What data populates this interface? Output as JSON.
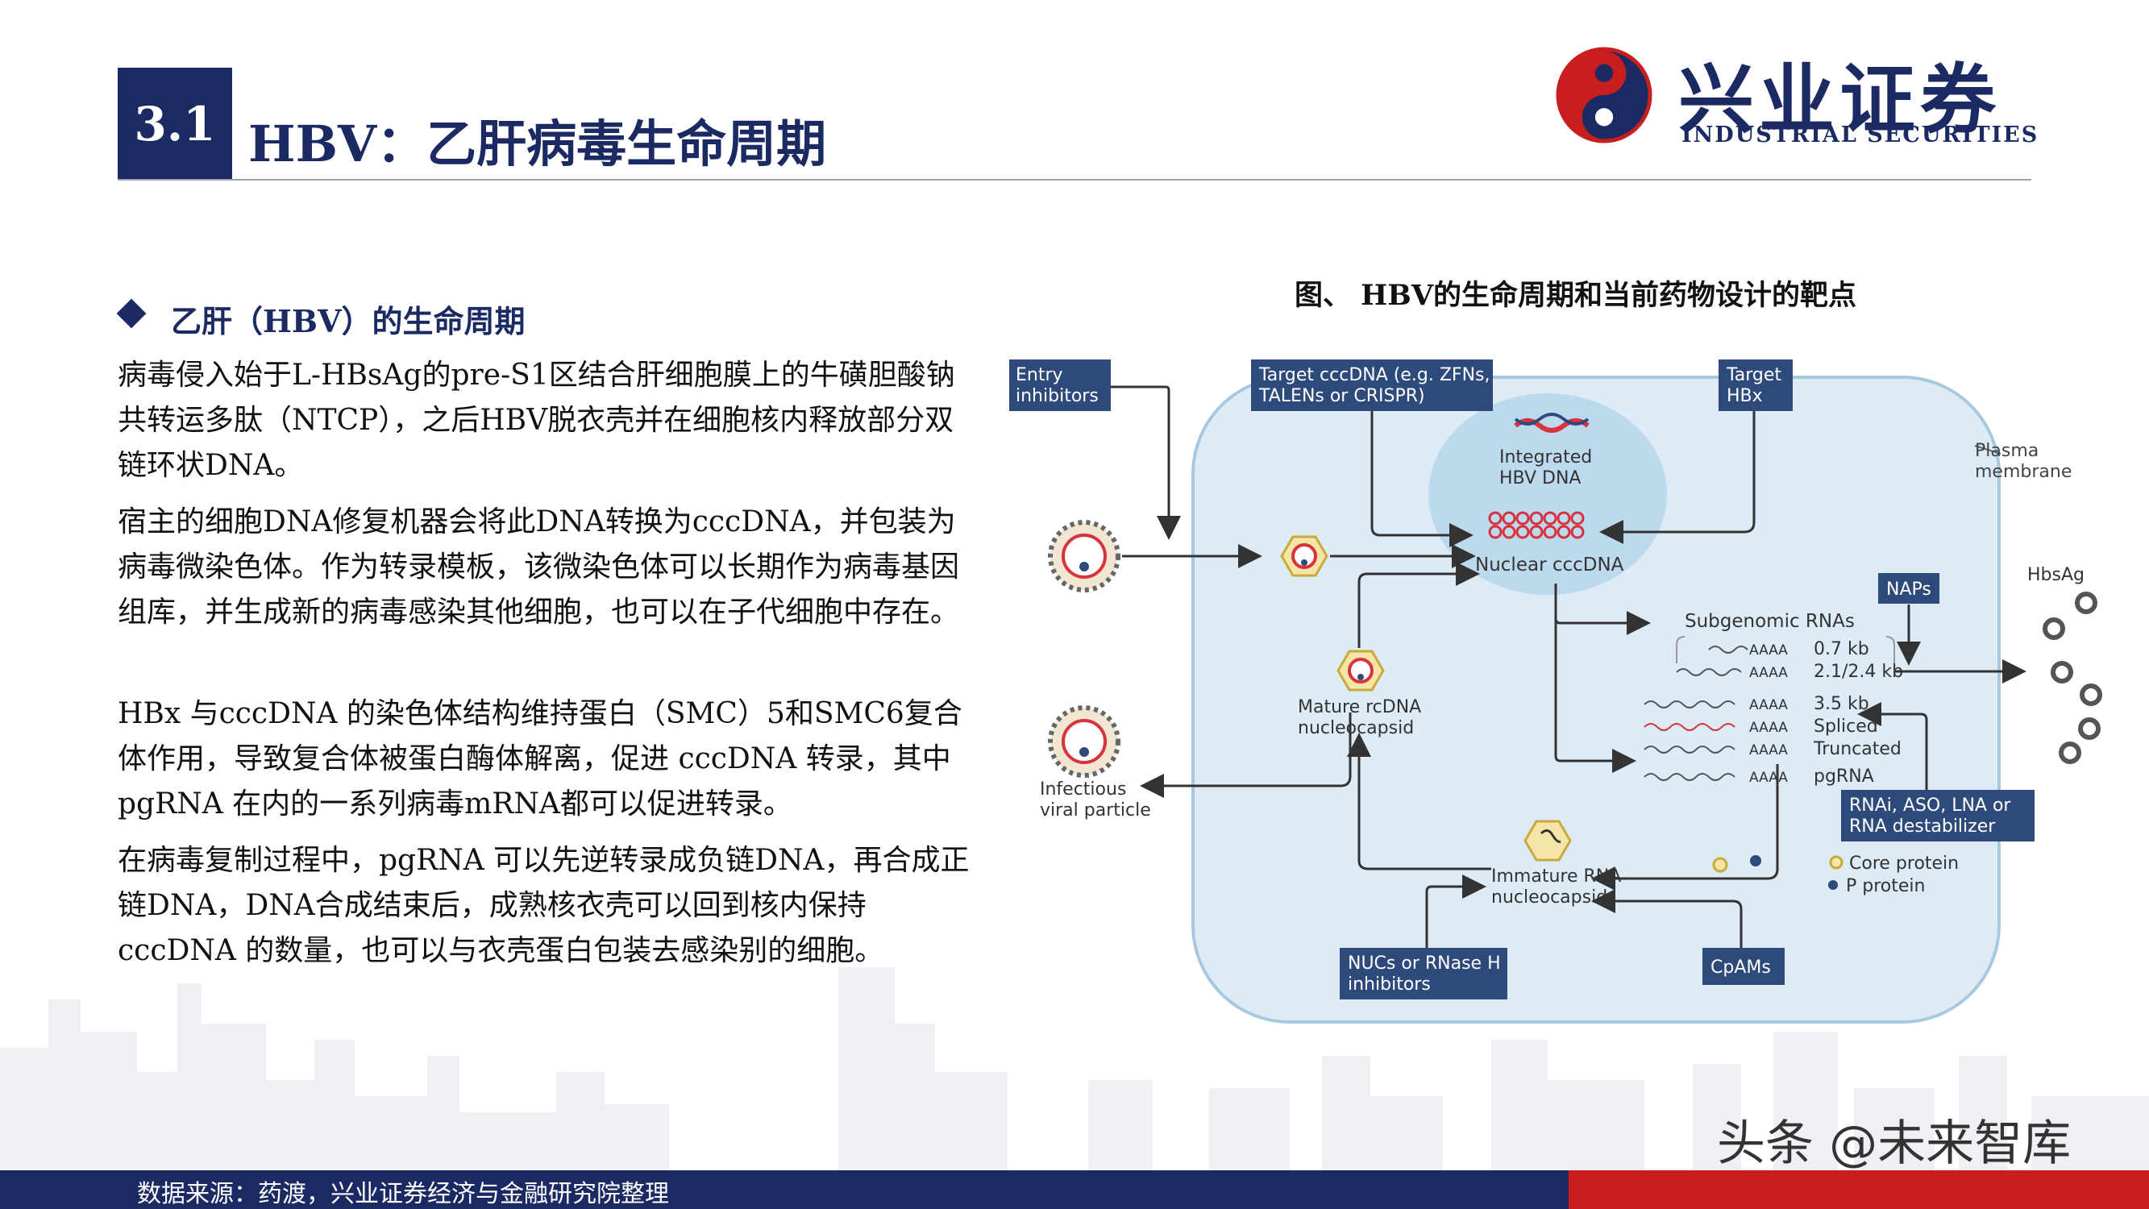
{
  "header": {
    "section_number": "3.1",
    "title": "HBV：乙肝病毒生命周期"
  },
  "logo": {
    "name_cn": "兴业证券",
    "name_en": "INDUSTRIAL SECURITIES"
  },
  "body": {
    "bullet_heading": "乙肝（HBV）的生命周期",
    "paragraphs": [
      "病毒侵入始于L-HBsAg的pre-S1区结合肝细胞膜上的牛磺胆酸钠共转运多肽（NTCP），之后HBV脱衣壳并在细胞核内释放部分双链环状DNA。",
      "宿主的细胞DNA修复机器会将此DNA转换为cccDNA，并包装为病毒微染色体。作为转录模板，该微染色体可以长期作为病毒基因组库，并生成新的病毒感染其他细胞，也可以在子代细胞中存在。",
      "HBx 与cccDNA 的染色体结构维持蛋白（SMC）5和SMC6复合体作用，导致复合体被蛋白酶体解离，促进 cccDNA 转录，其中pgRNA 在内的一系列病毒mRNA都可以促进转录。",
      "在病毒复制过程中，pgRNA 可以先逆转录成负链DNA，再合成正链DNA，DNA合成结束后，成熟核衣壳可以回到核内保持 cccDNA 的数量，也可以与衣壳蛋白包装去感染别的细胞。"
    ]
  },
  "figure": {
    "title": "图、 HBV的生命周期和当前药物设计的靶点",
    "boxes": {
      "entry_l1": "Entry",
      "entry_l2": "inhibitors",
      "target_ccc_l1": "Target cccDNA (e.g. ZFNs,",
      "target_ccc_l2": "TALENs or CRISPR)",
      "target_hbx_l1": "Target",
      "target_hbx_l2": "HBx",
      "naps": "NAPs",
      "rnai_l1": "RNAi, ASO, LNA or",
      "rnai_l2": "RNA destabilizer",
      "nucs_l1": "NUCs or RNase H",
      "nucs_l2": "inhibitors",
      "cpams": "CpAMs"
    },
    "labels": {
      "plasma_l1": "Plasma",
      "plasma_l2": "membrane",
      "integrated_l1": "Integrated",
      "integrated_l2": "HBV DNA",
      "nuclear_cccdna": "Nuclear cccDNA",
      "subgenomic_rnas": "Subgenomic RNAs",
      "hbsag": "HbsAg",
      "mature_l1": "Mature rcDNA",
      "mature_l2": "nucleocapsid",
      "infectious_l1": "Infectious",
      "infectious_l2": "viral particle",
      "immature_l1": "Immature RNA",
      "immature_l2": "nucleocapsid",
      "core_protein": "Core protein",
      "p_protein": "P protein",
      "aaaa": "AAAA"
    },
    "rna_list": [
      "0.7 kb",
      "2.1/2.4 kb",
      "3.5 kb",
      "Spliced",
      "Truncated",
      "pgRNA"
    ],
    "colors": {
      "box_fill": "#2e4a7a",
      "cell_fill": "#dcebf5",
      "nucleus_fill": "#bcd9ee",
      "cccdna_red": "#d8323c"
    }
  },
  "footer": {
    "source": "数据来源：药渡，兴业证券经济与金融研究院整理",
    "watermark": "头条 @未来智库"
  }
}
